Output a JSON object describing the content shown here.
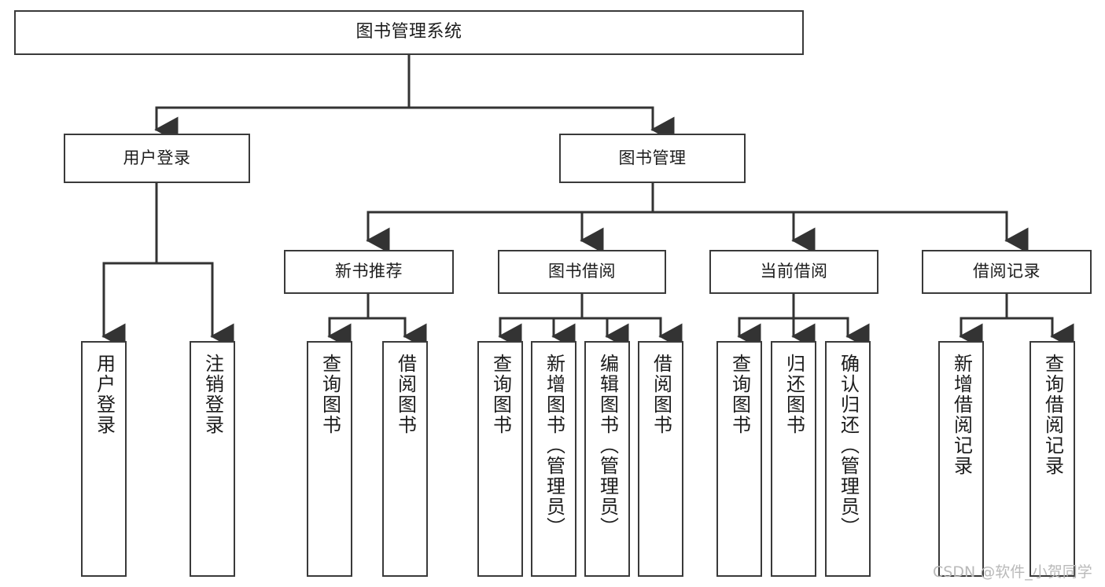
{
  "diagram": {
    "title": "图书管理系统",
    "type": "tree-hierarchy-chart",
    "orientation": "top-down",
    "colors": {
      "border": "#3a3a3a",
      "background": "#ffffff",
      "text": "#1c1c1c",
      "edge": "#333333",
      "watermark": "#b9b9b9"
    }
  },
  "nodes": {
    "root": {
      "label": "图书管理系统"
    },
    "level2": [
      {
        "label": "用户登录"
      },
      {
        "label": "图书管理"
      }
    ],
    "level3": [
      {
        "label": "新书推荐"
      },
      {
        "label": "图书借阅"
      },
      {
        "label": "当前借阅"
      },
      {
        "label": "借阅记录"
      }
    ],
    "leaves": {
      "user_login": [
        {
          "label": "用户登录"
        },
        {
          "label": "注销登录"
        }
      ],
      "new_book_recommend": [
        {
          "label": "查询图书"
        },
        {
          "label": "借阅图书"
        }
      ],
      "book_borrow": [
        {
          "label": "查询图书"
        },
        {
          "label": "新增图书（管理员）"
        },
        {
          "label": "编辑图书（管理员）"
        },
        {
          "label": "借阅图书"
        }
      ],
      "current_borrow": [
        {
          "label": "查询图书"
        },
        {
          "label": "归还图书"
        },
        {
          "label": "确认归还（管理员）"
        }
      ],
      "borrow_record": [
        {
          "label": "新增借阅记录"
        },
        {
          "label": "查询借阅记录"
        }
      ]
    }
  },
  "watermark": {
    "text": "CSDN @软件_小贺同学"
  }
}
